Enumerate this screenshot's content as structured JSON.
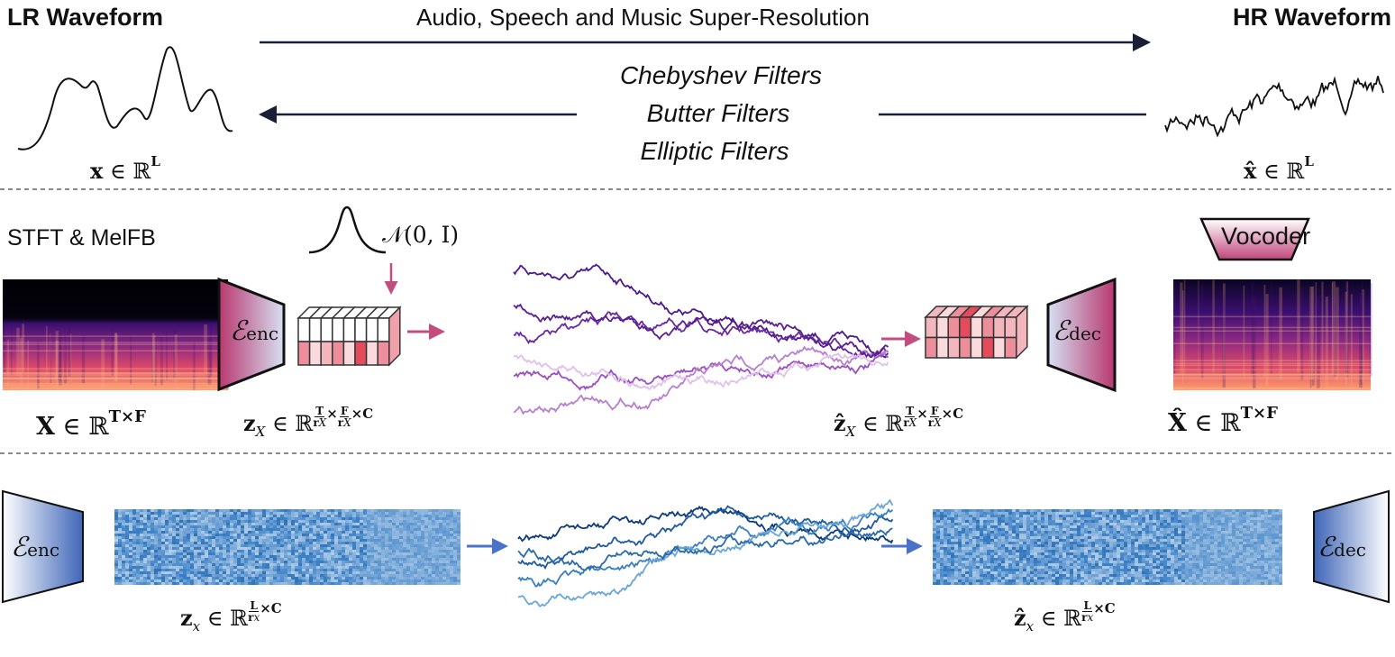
{
  "top": {
    "lr_title": "LR Waveform",
    "hr_title": "HR Waveform",
    "sr_label": "Audio, Speech and Music Super-Resolution",
    "filters": [
      "Chebyshev Filters",
      "Butter Filters",
      "Elliptic Filters"
    ],
    "lr_label": {
      "var": "x",
      "in": "∈",
      "set": "ℝ",
      "sup": "L"
    },
    "hr_label": {
      "var": "x̂",
      "in": "∈",
      "set": "ℝ",
      "sup": "L"
    }
  },
  "middle": {
    "stft_label": "STFT & MelFB",
    "noise_label": "𝒩(0, I)",
    "encoder": {
      "symbol": "ℰ",
      "sub": "enc"
    },
    "decoder": {
      "symbol": "ℰ",
      "sub": "dec"
    },
    "vocoder": "Vocoder",
    "spec_label": {
      "var": "X",
      "in": "∈",
      "set": "ℝ",
      "sup": "T×F"
    },
    "spec_hat_label": {
      "var": "X̂",
      "in": "∈",
      "set": "ℝ",
      "sup": "T×F"
    },
    "latent_label": {
      "var": "z",
      "sub": "X",
      "in": "∈",
      "set": "ℝ",
      "f1n": "T",
      "f1d": "r",
      "f1ds": "X",
      "times": "×",
      "f2n": "F",
      "f2d": "r",
      "f2ds": "X",
      "c": "×C"
    },
    "latent_hat_label": {
      "var": "ẑ",
      "sub": "X",
      "in": "∈",
      "set": "ℝ",
      "f1n": "T",
      "f1d": "r",
      "f1ds": "X",
      "times": "×",
      "f2n": "F",
      "f2d": "r",
      "f2ds": "X",
      "c": "×C"
    },
    "trajectory_colors": [
      "#4b1a8c",
      "#6a2aa0",
      "#9b4fc0",
      "#b77fd0",
      "#e0c0ea",
      "#5a2090"
    ],
    "accent": "#c24d7f"
  },
  "bottom": {
    "encoder": {
      "symbol": "ℰ",
      "sub": "enc"
    },
    "decoder": {
      "symbol": "ℰ",
      "sub": "dec"
    },
    "latent_label": {
      "var": "z",
      "sub": "x",
      "in": "∈",
      "set": "ℝ",
      "fn": "L",
      "fd": "r",
      "fds": "x",
      "c": "×C"
    },
    "latent_hat_label": {
      "var": "ẑ",
      "sub": "x",
      "in": "∈",
      "set": "ℝ",
      "fn": "L",
      "fd": "r",
      "fds": "x",
      "c": "×C"
    },
    "trajectory_colors": [
      "#0d3a78",
      "#1f5a9c",
      "#3a7fbf",
      "#6aa6d8",
      "#2a6aa8"
    ],
    "accent": "#4a72c8"
  }
}
